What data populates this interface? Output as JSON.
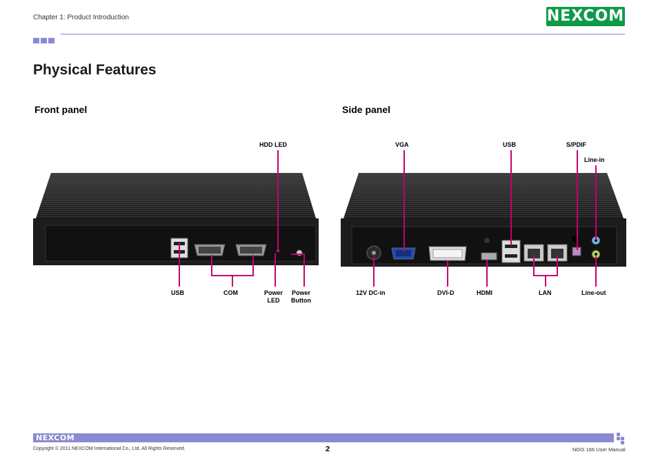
{
  "header": {
    "chapter": "Chapter 1: Product Introduction",
    "logo": "NEXCOM",
    "logo_color": "#0f9a48"
  },
  "title": "Physical Features",
  "front_panel": {
    "heading": "Front panel",
    "labels": {
      "hdd_led": "HDD LED",
      "usb": "USB",
      "com": "COM",
      "power_led_1": "Power",
      "power_led_2": "LED",
      "power_button_1": "Power",
      "power_button_2": "Button"
    }
  },
  "side_panel": {
    "heading": "Side panel",
    "labels": {
      "vga": "VGA",
      "usb": "USB",
      "spdif": "S/PDIF",
      "line_in": "Line-in",
      "dc_in": "12V DC-in",
      "dvi": "DVI-D",
      "hdmi": "HDMI",
      "lan": "LAN",
      "line_out": "Line-out"
    }
  },
  "callout_color": "#c8006e",
  "footer": {
    "logo": "NEXCOM",
    "copyright": "Copyright © 2011 NEXCOM International Co., Ltd. All Rights Reserved.",
    "page": "2",
    "manual": "NDiS 166 User Manual"
  }
}
